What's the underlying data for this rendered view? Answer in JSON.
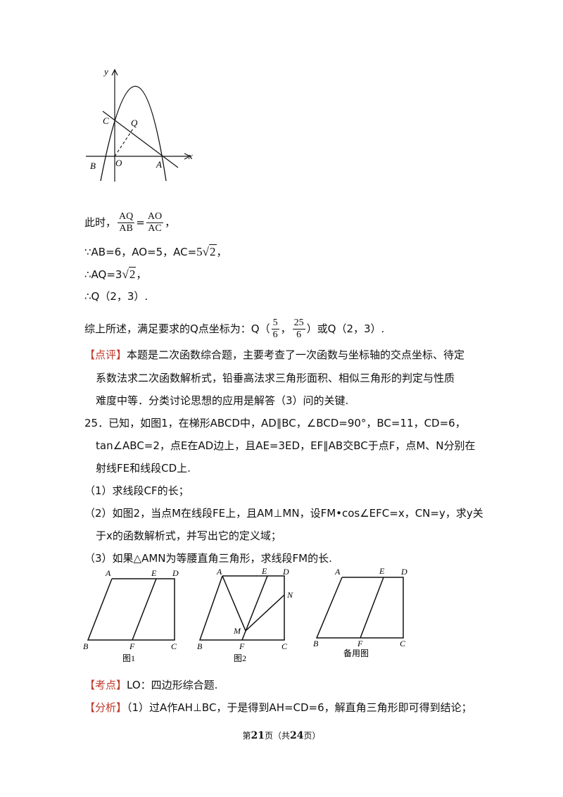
{
  "graph": {
    "labels": {
      "y": "y",
      "x": "x",
      "C": "C",
      "Q": "Q",
      "B": "B",
      "O": "O",
      "A": "A"
    }
  },
  "line1": {
    "prefix": "此时，",
    "f1_num": "AQ",
    "f1_den": "AB",
    "eq": "=",
    "f2_num": "AO",
    "f2_den": "AC",
    "suffix": "，"
  },
  "line2": {
    "prefix": "∵AB=6，AO=5，AC=",
    "coef": "5",
    "radicand": "2",
    "suffix": "，"
  },
  "line3": {
    "prefix": "∴AQ=3",
    "radicand": "2",
    "suffix": "，"
  },
  "line4": {
    "text": "∴Q（2，3）."
  },
  "line5": {
    "prefix": "综上所述，满足要求的Q点坐标为：Q（",
    "f1_num": "5",
    "f1_den": "6",
    "mid": "，",
    "f2_num": "25",
    "f2_den": "6",
    "suffix": "）或Q（2，3）."
  },
  "comment": {
    "tag": "【点评】",
    "l1": "本题是二次函数综合题，主要考查了一次函数与坐标轴的交点坐标、待定",
    "l2": "系数法求二次函数解析式，铅垂高法求三角形面积、相似三角形的判定与性质",
    "l3": "难度中等．分类讨论思想的应用是解答（3）问的关键."
  },
  "problem25": {
    "l1": "25．已知，如图1，在梯形ABCD中，AD∥BC，∠BCD=90°，BC=11，CD=6，",
    "l2": "tan∠ABC=2，点E在AD边上，且AE=3ED，EF∥AB交BC于点F，点M、N分别在",
    "l3": "射线FE和线段CD上.",
    "q1": "（1）求线段CF的长；",
    "q2a": "（2）如图2，当点M在线段FE上，且AM⊥MN，设FM•cos∠EFC=x，CN=y，求y关",
    "q2b": "于x的函数解析式，并写出它的定义域；",
    "q3": "（3）如果△AMN为等腰直角三角形，求线段FM的长."
  },
  "figures": {
    "fig1": {
      "A": "A",
      "E": "E",
      "D": "D",
      "B": "B",
      "F": "F",
      "C": "C",
      "caption": "图1"
    },
    "fig2": {
      "A": "A",
      "E": "E",
      "D": "D",
      "N": "N",
      "M": "M",
      "B": "B",
      "F": "F",
      "C": "C",
      "caption": "图2"
    },
    "fig3": {
      "A": "A",
      "E": "E",
      "D": "D",
      "B": "B",
      "F": "F",
      "C": "C",
      "caption": "备用图"
    }
  },
  "kaodian": {
    "tag": "【考点】",
    "text": "LO：四边形综合题."
  },
  "fenxi": {
    "tag": "【分析】",
    "text": "（1）过A作AH⊥BC，于是得到AH=CD=6，解直角三角形即可得到结论；"
  },
  "footer": {
    "pre": "第",
    "page": "21",
    "mid": "页（共",
    "total": "24",
    "post": "页）"
  }
}
